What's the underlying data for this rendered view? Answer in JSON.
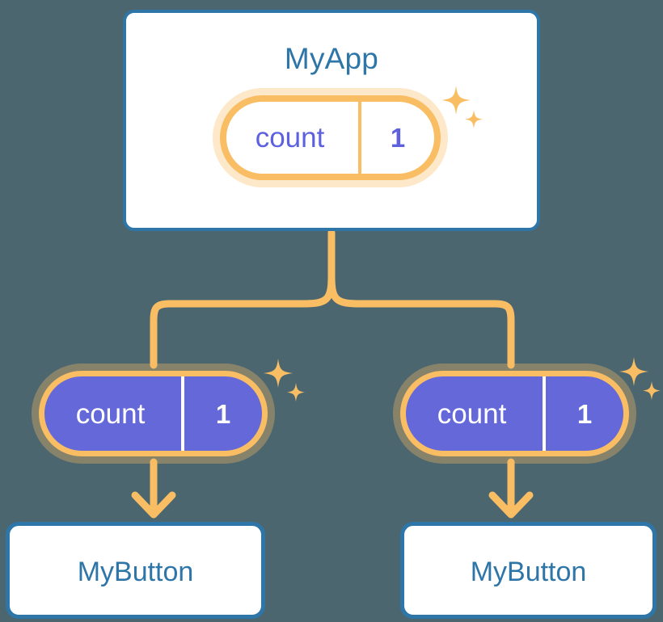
{
  "diagram": {
    "title": "MyApp",
    "background_color": "#4c6670",
    "accent_colors": {
      "card_border_blue": "#2e75a8",
      "title_blue": "#2e75a8",
      "pill_border_orange": "#f9bd63",
      "pill_halo_orange": "#fbdcb0",
      "state_purple": "#6468d8",
      "state_text_purple": "#5d61e0",
      "connector_orange": "#f9bd63",
      "card_background": "#ffffff"
    }
  },
  "root": {
    "component_name": "MyApp",
    "state": {
      "key": "count",
      "value": "1"
    },
    "sparkle_icon": "sparkles-icon"
  },
  "children": [
    {
      "component_name": "MyButton",
      "state": {
        "key": "count",
        "value": "1"
      },
      "sparkle_icon": "sparkles-icon"
    },
    {
      "component_name": "MyButton",
      "state": {
        "key": "count",
        "value": "1"
      },
      "sparkle_icon": "sparkles-icon"
    }
  ],
  "connectors": {
    "trunk_label": "state-flow-trunk",
    "branch_left_label": "state-flow-branch-left",
    "branch_right_label": "state-flow-branch-right",
    "arrow_left_label": "state-flow-arrow-left",
    "arrow_right_label": "state-flow-arrow-right"
  }
}
